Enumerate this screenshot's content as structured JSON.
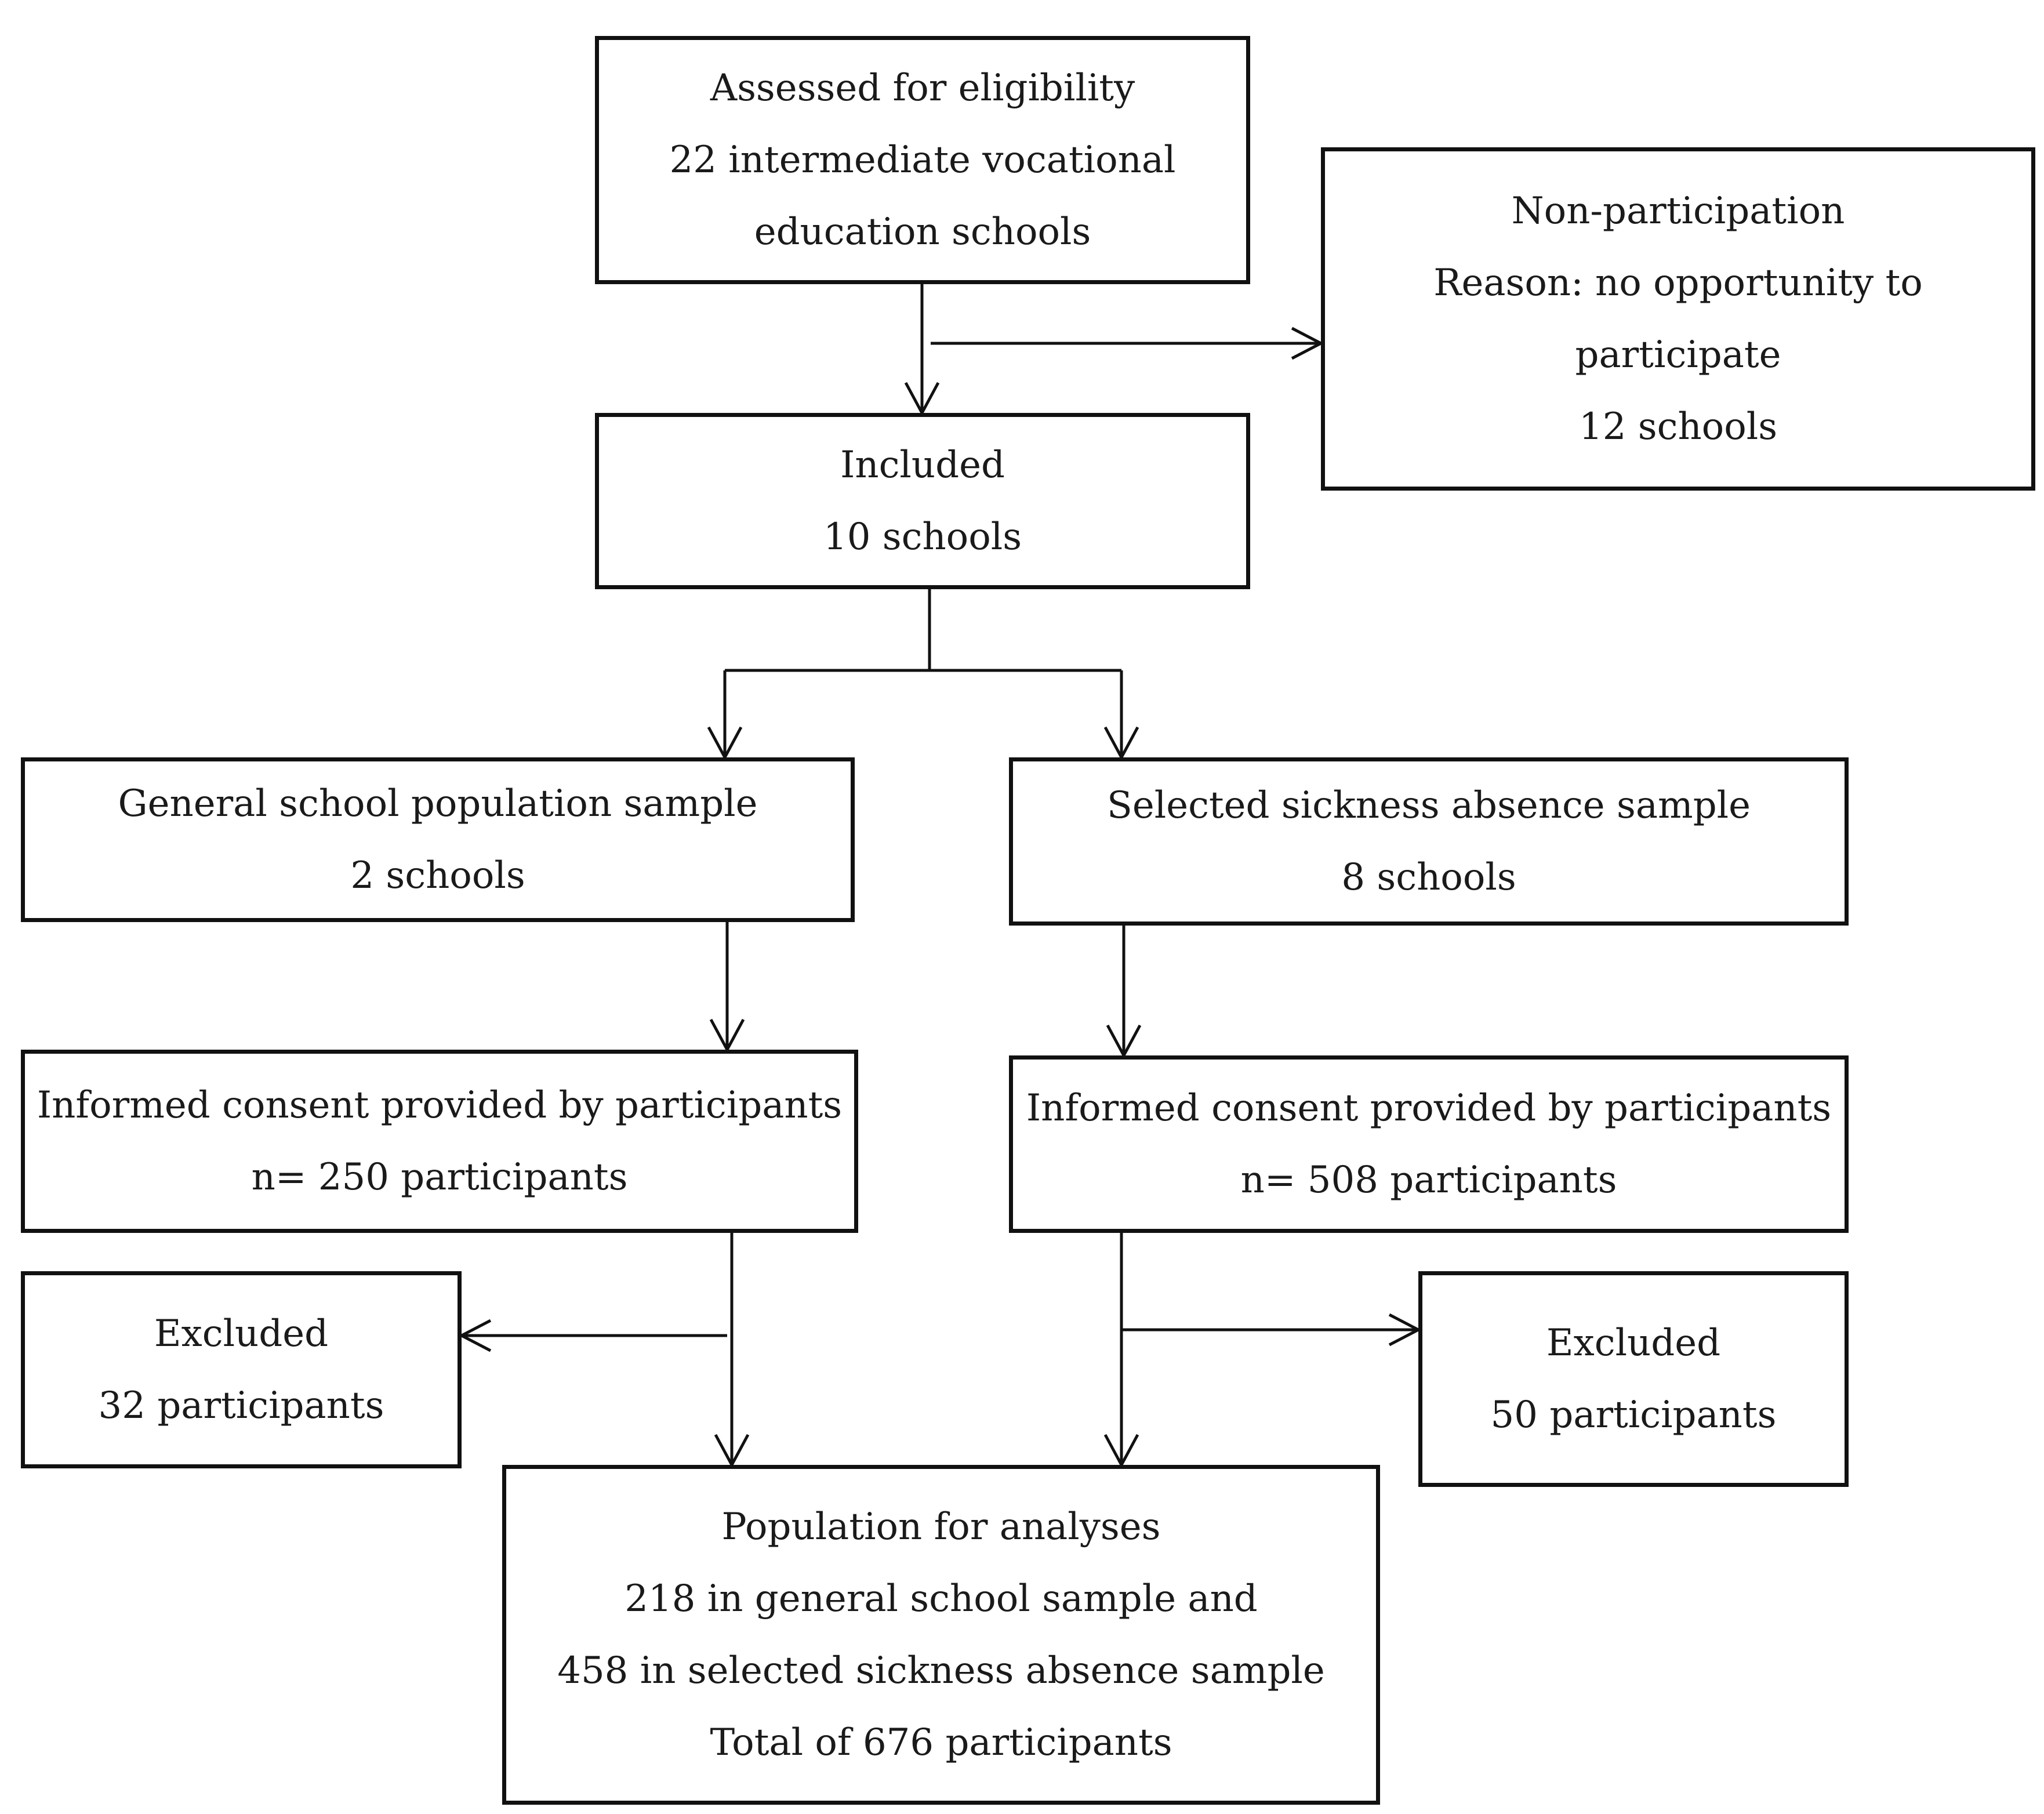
{
  "boxes": {
    "eligibility": [
      "Assessed for eligibility",
      "22 intermediate vocational",
      "education schools"
    ],
    "non_participation": [
      "Non-participation",
      "Reason: no opportunity to",
      "participate",
      "12 schools"
    ],
    "included": [
      "Included",
      "10 schools"
    ],
    "general_sample": [
      "General school population sample",
      "2 schools"
    ],
    "sickness_sample": [
      "Selected sickness absence sample",
      "8 schools"
    ],
    "consent_general": [
      "Informed consent provided by participants",
      "n= 250 participants"
    ],
    "consent_sickness": [
      "Informed consent provided by participants",
      "n= 508 participants"
    ],
    "excluded_general": [
      "Excluded",
      "32 participants"
    ],
    "excluded_sickness": [
      "Excluded",
      "50 participants"
    ],
    "population": [
      "Population for analyses",
      "218 in general school sample and",
      "458 in selected sickness absence sample",
      "Total of 676 participants"
    ]
  }
}
